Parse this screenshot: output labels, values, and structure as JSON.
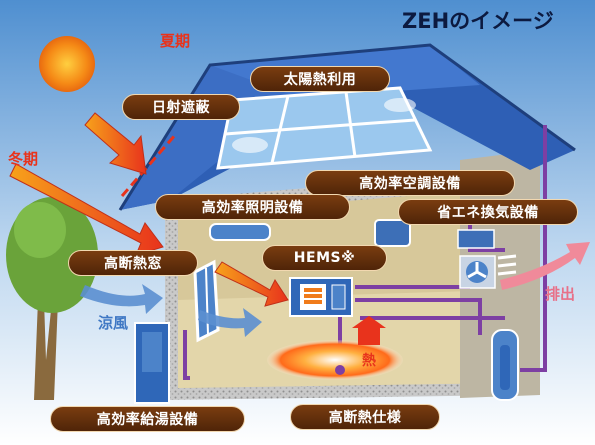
{
  "title": "ZEHのイメージ",
  "season_summer": "夏期",
  "season_winter": "冬期",
  "labels": {
    "solar": "太陽熱利用",
    "shading": "日射遮蔽",
    "ac": "高効率空調設備",
    "lighting": "高効率照明設備",
    "ventilation": "省エネ換気設備",
    "window": "高断熱窓",
    "hems": "HEMS※",
    "water_heater": "高効率給湯設備",
    "insulation": "高断熱仕様"
  },
  "breeze": "涼風",
  "exhaust": "排出",
  "heat": "熱",
  "colors": {
    "sky_top": "#5b9bd5",
    "roof": "#2e5fb5",
    "pill": "#5c2b0a",
    "arrow_red": "#e8331c",
    "arrow_orange": "#f7a21b",
    "duct": "#7d3fa3",
    "breeze": "#5b8fd0",
    "exhaust": "#f08a9a"
  }
}
